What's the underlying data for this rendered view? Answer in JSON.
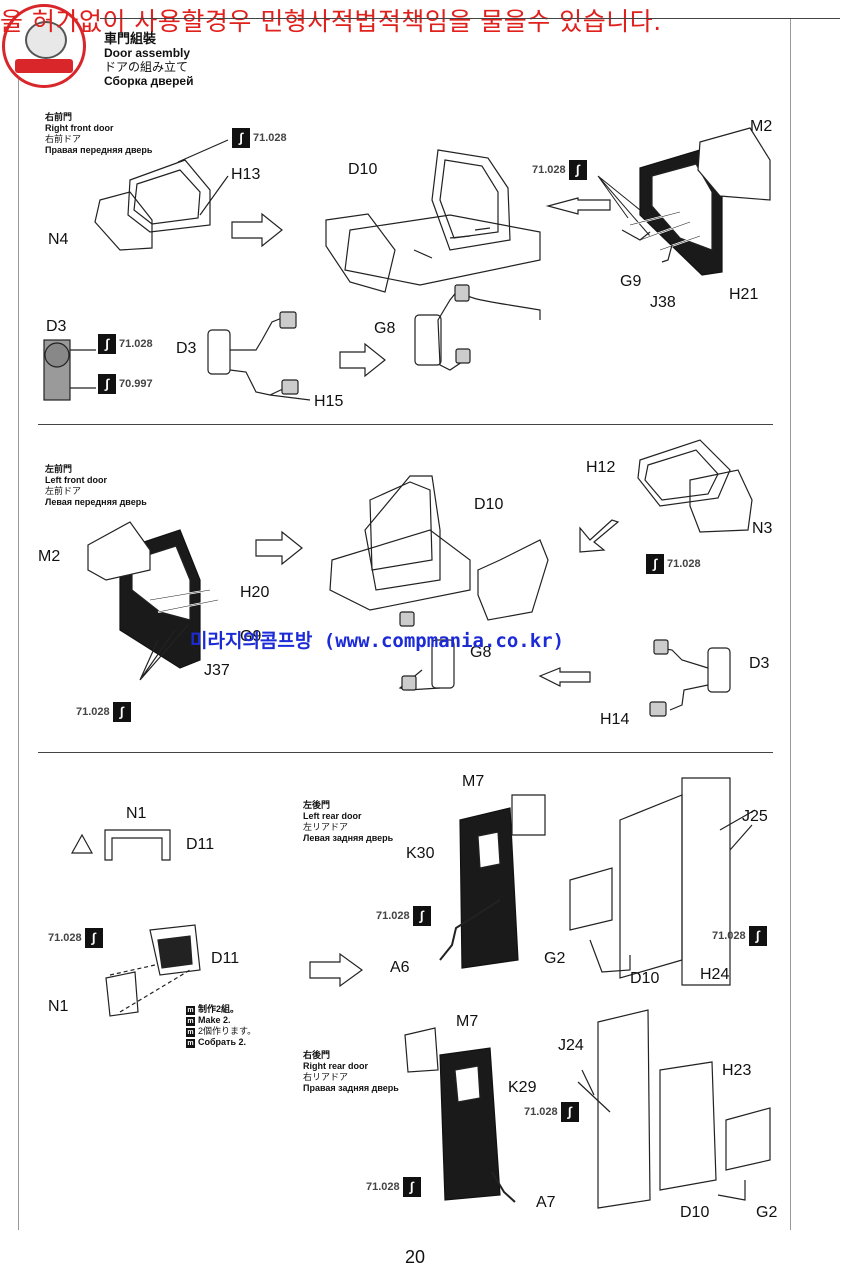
{
  "watermark": {
    "top": "을 허가없이 사용할경우 민형사적법적책임을 물을수 있습니다.",
    "middle": "미라지의콤프방 (www.compmania.co.kr)"
  },
  "header": {
    "title_cn": "車門組裝",
    "title_en": "Door assembly",
    "title_jp": "ドアの組み立て",
    "title_ru": "Сборка дверей"
  },
  "sections": {
    "right_front": {
      "title_cn": "右前門",
      "title_en": "Right front door",
      "title_jp": "右前ドア",
      "title_ru": "Правая передняя дверь"
    },
    "left_front": {
      "title_cn": "左前門",
      "title_en": "Left front door",
      "title_jp": "左前ドア",
      "title_ru": "Левая передняя дверь"
    },
    "left_rear": {
      "title_cn": "左後門",
      "title_en": "Left rear door",
      "title_jp": "左リアドア",
      "title_ru": "Левая задняя дверь"
    },
    "right_rear": {
      "title_cn": "右後門",
      "title_en": "Right rear door",
      "title_jp": "右リアドア",
      "title_ru": "Правая задняя дверь"
    }
  },
  "parts": {
    "m2": "M2",
    "h13": "H13",
    "n4": "N4",
    "d10": "D10",
    "g8": "G8",
    "g9": "G9",
    "j38": "J38",
    "h21": "H21",
    "d3": "D3",
    "h15": "H15",
    "h12": "H12",
    "n3": "N3",
    "h20": "H20",
    "j37": "J37",
    "h14": "H14",
    "n1": "N1",
    "d11": "D11",
    "m7": "M7",
    "k30": "K30",
    "a6": "A6",
    "j25": "J25",
    "g2": "G2",
    "h24": "H24",
    "k29": "K29",
    "a7": "A7",
    "j24": "J24",
    "h23": "H23"
  },
  "paints": {
    "p71028": "71.028",
    "p70997": "70.997",
    "brush_icon": "brush-icon"
  },
  "make_note": {
    "cn": "制作2組。",
    "en": "Make 2.",
    "jp": "2個作ります。",
    "ru": "Собрать 2."
  },
  "page_number": "20",
  "colors": {
    "watermark_red": "#e0201c",
    "watermark_blue": "#1c2bd6",
    "part_black": "#1a1a1a"
  }
}
